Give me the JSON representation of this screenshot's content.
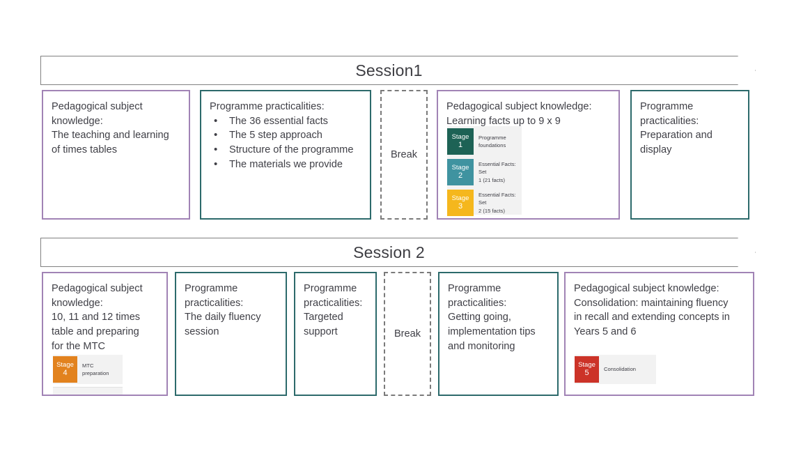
{
  "sessions": [
    {
      "id": "session-1",
      "title": "Session1",
      "cards": [
        {
          "name": "pedagogical-subject-knowledge-times-tables",
          "style": "purple",
          "heading": "Pedagogical subject\nknowledge:",
          "sub": "The teaching and learning\nof times tables"
        },
        {
          "name": "programme-practicalities-overview",
          "style": "teal",
          "heading": "Programme practicalities:",
          "bullets": [
            "The 36 essential facts",
            "The 5 step approach",
            "Structure of the\nprogramme",
            "The materials we provide"
          ]
        },
        {
          "name": "break-1",
          "style": "dashed",
          "label": "Break"
        },
        {
          "name": "pedagogical-subject-knowledge-learning-facts",
          "style": "purple",
          "heading": "Pedagogical subject knowledge:",
          "sub": "Learning facts up to 9 x 9",
          "stages": [
            {
              "word": "Stage",
              "number": "1",
              "description": "Programme\nfoundations",
              "color": "#1d6255"
            },
            {
              "word": "Stage",
              "number": "2",
              "description": "Essential Facts: Set\n1 (21 facts)",
              "color": "#3f93a0"
            },
            {
              "word": "Stage",
              "number": "3",
              "description": "Essential Facts: Set\n2 (15 facts)",
              "color": "#f5b71d"
            }
          ]
        },
        {
          "name": "programme-practicalities-preparation",
          "style": "teal",
          "heading": "Programme\npracticalities:",
          "sub": "Preparation and\ndisplay"
        }
      ]
    },
    {
      "id": "session-2",
      "title": "Session 2",
      "cards": [
        {
          "name": "pedagogical-subject-knowledge-mtc",
          "style": "purple",
          "heading": "Pedagogical subject\nknowledge:",
          "sub": "10, 11 and 12 times\ntable and preparing\nfor the MTC",
          "stages": [
            {
              "word": "Stage",
              "number": "4",
              "description": "MTC preparation",
              "color": "#e2821e"
            }
          ]
        },
        {
          "name": "programme-practicalities-daily-fluency",
          "style": "teal",
          "heading": "Programme\npracticalities:",
          "sub": "The daily fluency\nsession"
        },
        {
          "name": "programme-practicalities-targeted-support",
          "style": "teal",
          "heading": "Programme\npracticalities:",
          "sub": "Targeted\nsupport"
        },
        {
          "name": "break-2",
          "style": "dashed",
          "label": "Break"
        },
        {
          "name": "programme-practicalities-getting-going",
          "style": "teal",
          "heading": "Programme\npracticalities:",
          "sub": "Getting going,\nimplementation tips\nand monitoring"
        },
        {
          "name": "pedagogical-subject-knowledge-consolidation",
          "style": "purple",
          "heading": "Pedagogical subject knowledge:",
          "sub": "Consolidation: maintaining fluency\nin recall and extending concepts in\nYears 5 and 6",
          "stages": [
            {
              "word": "Stage",
              "number": "5",
              "description": "Consolidation",
              "color": "#cc3328"
            }
          ]
        }
      ]
    }
  ],
  "colors": {
    "purple_border": "#a183b5",
    "teal_border": "#2c6a6b",
    "banner_border": "#808080",
    "dashed_border": "#7a7a7a",
    "text": "#3f3f46",
    "stage_panel_bg": "#f2f2f2",
    "stage_1": "#1d6255",
    "stage_2": "#3f93a0",
    "stage_3": "#f5b71d",
    "stage_4": "#e2821e",
    "stage_5": "#cc3328"
  }
}
